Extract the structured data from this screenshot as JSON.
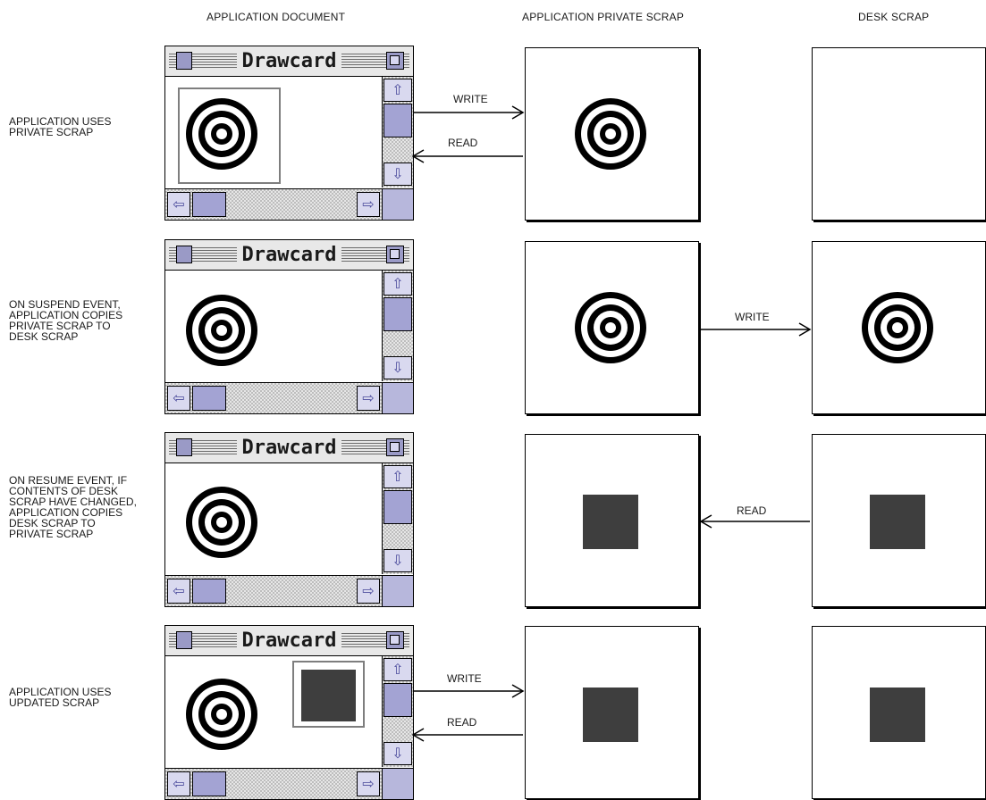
{
  "columns": {
    "app_document": "APPLICATION DOCUMENT",
    "private_scrap": "APPLICATION PRIVATE SCRAP",
    "desk_scrap": "DESK SCRAP"
  },
  "window_title": "Drawcard",
  "rows": [
    {
      "description": "APPLICATION USES\nPRIVATE SCRAP",
      "arrow_labels": {
        "write": "WRITE",
        "read": "READ"
      }
    },
    {
      "description": "ON SUSPEND EVENT,\nAPPLICATION COPIES\nPRIVATE SCRAP TO\nDESK SCRAP",
      "arrow_labels": {
        "write": "WRITE"
      }
    },
    {
      "description": "ON RESUME EVENT, IF\nCONTENTS OF DESK\nSCRAP HAVE CHANGED,\nAPPLICATION COPIES\nDESK SCRAP TO\nPRIVATE SCRAP",
      "arrow_labels": {
        "read": "READ"
      }
    },
    {
      "description": "APPLICATION USES\nUPDATED SCRAP",
      "arrow_labels": {
        "write": "WRITE",
        "read": "READ"
      }
    }
  ],
  "colors": {
    "scroll_accent": "#9a9ac6",
    "square": "#3e3e3e"
  },
  "icons": [
    "close-box-icon",
    "zoom-box-icon",
    "up-arrow-icon",
    "down-arrow-icon",
    "left-arrow-icon",
    "right-arrow-icon",
    "grow-box-icon",
    "target-icon"
  ]
}
